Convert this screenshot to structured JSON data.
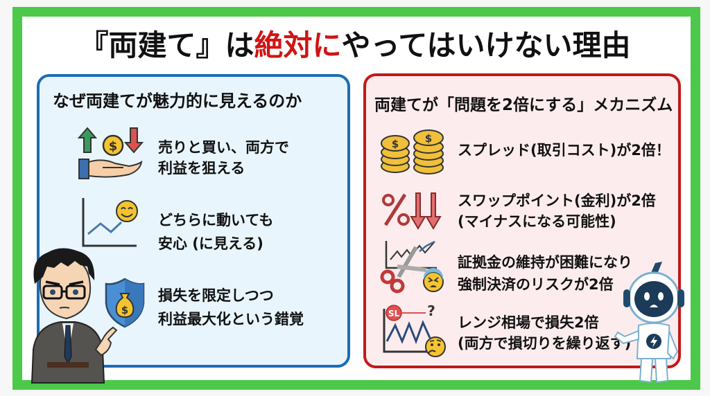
{
  "title": {
    "part1": "『両建て』は",
    "accent": "絶対に",
    "part2": "やってはいけない理由",
    "accent_color": "#d01414"
  },
  "left_panel": {
    "heading": "なぜ両建てが魅力的に見えるのか",
    "border_color": "#1a6db4",
    "items": [
      {
        "icon": "hand-coin-arrows-icon",
        "line1": "売りと買い、両方で",
        "line2": "利益を狙える"
      },
      {
        "icon": "chart-smile-icon",
        "line1": "どちらに動いても",
        "line2": "安心 (に見える)"
      },
      {
        "icon": "shield-moneybag-icon",
        "line1": "損失を限定しつつ",
        "line2": "利益最大化という錯覚"
      }
    ]
  },
  "right_panel": {
    "heading": "両建てが「問題を2倍にする」メカニズム",
    "border_color": "#c01a1a",
    "items": [
      {
        "icon": "coin-stacks-icon",
        "line1": "スプレッド(取引コスト)が2倍！",
        "line2": ""
      },
      {
        "icon": "percent-down-arrows-icon",
        "line1": "スワップポイント(金利)が2倍",
        "line2": "(マイナスになる可能性)"
      },
      {
        "icon": "scissors-chart-anxious-icon",
        "line1": "証拠金の維持が困難になり",
        "line2": "強制決済のリスクが2倍"
      },
      {
        "icon": "stoploss-range-thinking-icon",
        "line1": "レンジ相場で損失2倍",
        "line2": "(両方で損切りを繰り返す)"
      }
    ]
  },
  "frame_color": "#4cc84a"
}
